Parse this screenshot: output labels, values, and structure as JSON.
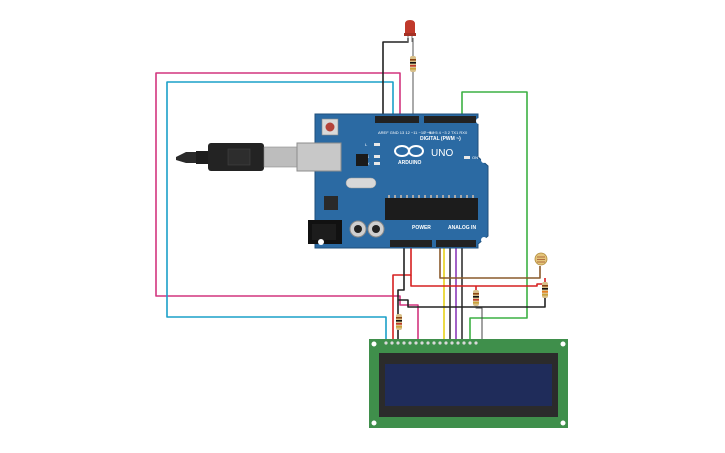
{
  "board": {
    "name": "UNO",
    "brand": "ARDUINO",
    "digital_label": "DIGITAL (PWM ~)",
    "analog_label": "ANALOG IN",
    "power_label": "POWER",
    "on_label": "ON",
    "tx_label": "TX",
    "rx_label": "RX",
    "l_label": "L"
  },
  "colors": {
    "board": "#2b6aa3",
    "lcd_pcb": "#3f8f4b",
    "lcd_screen": "#1f2c5a",
    "wire_magenta": "#d2357f",
    "wire_cyan": "#1aa0c8",
    "wire_green": "#3cb043",
    "wire_red": "#d62020",
    "wire_black": "#222222",
    "wire_yellow": "#e8d21a",
    "wire_purple": "#8a3ab9",
    "wire_brown": "#8a5a2b",
    "led_red": "#c0392b"
  },
  "components": {
    "usb_cable": "usb-cable",
    "led": "red-led",
    "ldr": "photoresistor",
    "lcd": "lcd-16x2"
  }
}
